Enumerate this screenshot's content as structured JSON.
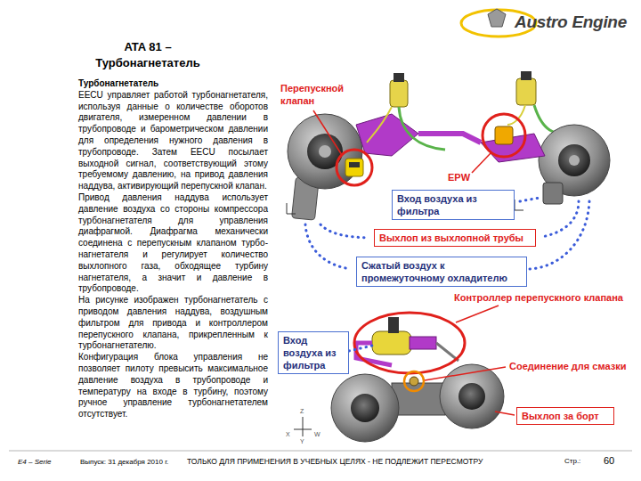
{
  "diagram": {
    "title": "ATA 81 – Турбонагнетатель",
    "nodes": [
      {
        "text": [
          "Вход воздуха из фильтра"
        ]
      },
      {
        "text": [
          "Выхлоп из выхлопной трубы"
        ]
      },
      {
        "text": [
          "Сжатый воздух к промежуточному охладителю"
        ]
      },
      {
        "text": [
          "Вход воздуха из фильтра"
        ]
      },
      {
        "text": [
          "Выхлоп за борт"
        ]
      }
    ],
    "labels": [
      "Austro Engine",
      "Турбонагнетатель",
      "EECU управляет работой турбонагнетателя, используя данные о количестве оборотов двигателя, измеренном давлении в трубопроводе и барометрическом давлении для определения нужного давления в трубопроводе. Затем EECU посылает выходной сигнал, соответствующий этому требуемому давлению, на привод давления наддува, активирующий перепускной клапан.",
      "Привод давления наддува использует давление воздуха со стороны компрессора турбонагнетателя для управления диафрагмой. Диафрагма механически соединена с перепускным клапаном турбо-нагнетателя и регулирует количество выхлопного газа, обходящее турбину нагнетателя, а значит и давление в трубопроводе.",
      "На рисунке изображен турбонагнетатель с приводом давления наддува, воздушным фильтром для привода и контроллером перепускного клапана, прикрепленным к турбонагнетателю.",
      "Конфигурация блока управления не позволяет пилоту превысить максимальное давление воздуха в трубопроводе и температуру на входе в турбину, поэтому ручное управление турбонагнетателем отсутствует.",
      "Перепускной клапан",
      "EPW",
      "Контроллер перепускного клапана",
      "Соединение для смазки",
      "Z",
      "X",
      "W",
      "Y",
      "E4 – Serie",
      "Выпуск: 31 декабря 2010 г.",
      "ТОЛЬКО ДЛЯ ПРИМЕНЕНИЯ В УЧЕБНЫХ ЦЕЛЯХ - НЕ ПОДЛЕЖИТ ПЕРЕСМОТРУ",
      "Стр.:",
      "60"
    ]
  }
}
